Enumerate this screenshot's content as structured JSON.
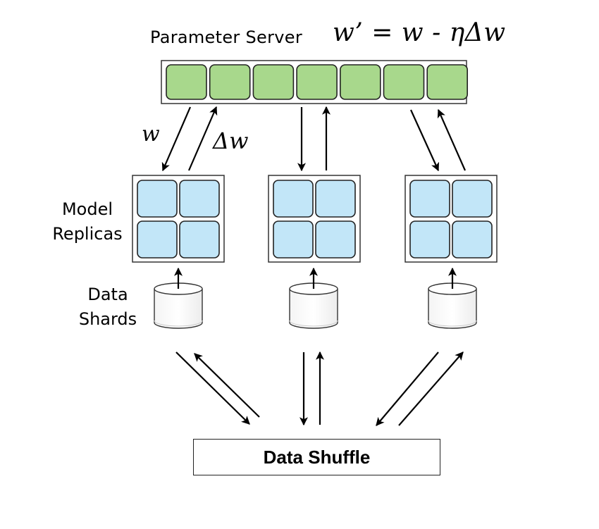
{
  "parameter_server": {
    "label": "Parameter Server",
    "update_rule": "w’ = w - ηΔw",
    "cell_count": 7,
    "cell_color": "#a8d88c"
  },
  "arrow_labels": {
    "down": "w",
    "up": "Δw"
  },
  "model_replicas": {
    "label_line1": "Model",
    "label_line2": "Replicas",
    "count": 3,
    "cell_color": "#c2e6f8"
  },
  "data_shards": {
    "label_line1": "Data",
    "label_line2": "Shards"
  },
  "data_shuffle": {
    "label": "Data Shuffle"
  }
}
